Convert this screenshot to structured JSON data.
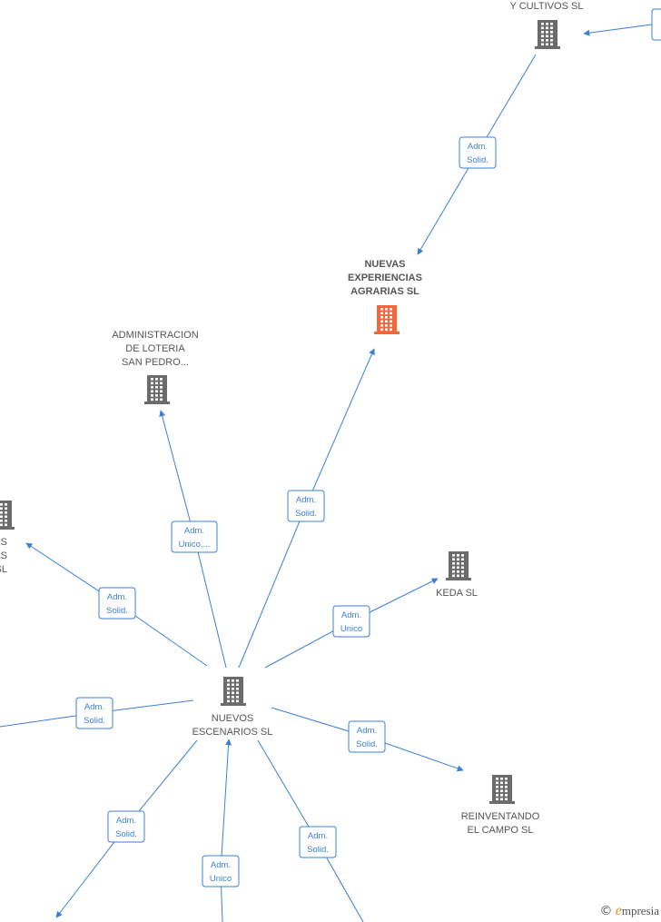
{
  "colors": {
    "edge": "#3b7fd4",
    "building": "#6b6b6b",
    "highlight": "#f2683a"
  },
  "nodes": [
    {
      "id": "cultivos",
      "lines": [
        "Y CULTIVOS  SL"
      ],
      "highlight": false
    },
    {
      "id": "nuevas-exp",
      "lines": [
        "NUEVAS",
        "EXPERIENCIAS",
        "AGRARIAS  SL"
      ],
      "highlight": true
    },
    {
      "id": "loteria",
      "lines": [
        "ADMINISTRACION",
        "DE LOTERIA",
        "SAN PEDRO..."
      ],
      "highlight": false
    },
    {
      "id": "left-partial",
      "lines": [
        "OS",
        "NTES",
        "OS  SL"
      ],
      "highlight": false
    },
    {
      "id": "keda",
      "lines": [
        "KEDA SL"
      ],
      "highlight": false
    },
    {
      "id": "nuevos-esc",
      "lines": [
        "NUEVOS",
        "ESCENARIOS SL"
      ],
      "highlight": false
    },
    {
      "id": "reinventando",
      "lines": [
        "REINVENTANDO",
        "EL CAMPO  SL"
      ],
      "highlight": false
    }
  ],
  "edges": [
    {
      "id": "e1",
      "lines": [
        "Adm.",
        "Solid."
      ]
    },
    {
      "id": "e2",
      "lines": [
        "Adm.",
        "Solid."
      ]
    },
    {
      "id": "e3",
      "lines": [
        "Adm.",
        "Unico,..."
      ]
    },
    {
      "id": "e4",
      "lines": [
        "Adm.",
        "Solid."
      ]
    },
    {
      "id": "e5",
      "lines": [
        "Adm.",
        "Unico"
      ]
    },
    {
      "id": "e6",
      "lines": [
        "Adm.",
        "Solid."
      ]
    },
    {
      "id": "e7",
      "lines": [
        "Adm.",
        "Solid."
      ]
    },
    {
      "id": "e8",
      "lines": [
        "Adm.",
        "Solid."
      ]
    },
    {
      "id": "e9",
      "lines": [
        "Adm.",
        "Unico"
      ]
    },
    {
      "id": "e10",
      "lines": [
        "Adm.",
        "Solid."
      ]
    }
  ],
  "brand": {
    "copyright": "©",
    "initial": "e",
    "rest": "mpresia"
  }
}
